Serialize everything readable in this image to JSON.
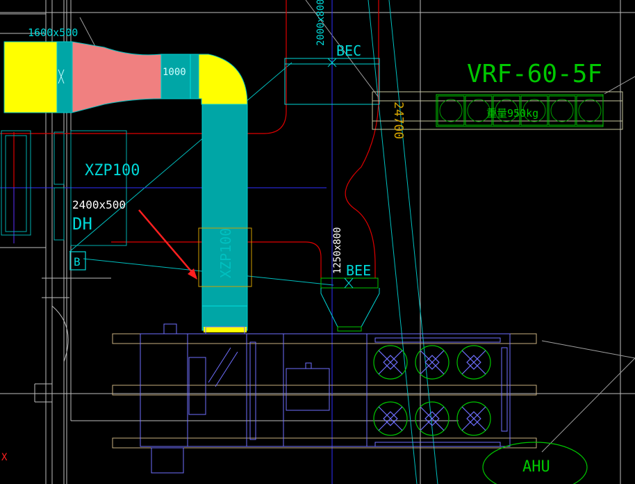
{
  "labels": {
    "duct_size_top_left": "1600x500",
    "duct_size_horizontal": "1000",
    "duct_size_top_vertical": "2000x800",
    "tag_bec": "BEC",
    "unit_vrf": "VRF-60-5F",
    "unit_vrf_weight": "重量950kg",
    "dimension_vertical": "24700",
    "equipment_xzp_left": "XZP100",
    "duct_size_mid_left": "2400x500",
    "tag_dh": "DH",
    "tag_b": "B",
    "equipment_xzp_vertical": "XZP100",
    "duct_size_branch": "1250x800",
    "tag_bee": "BEE",
    "unit_ahu": "AHU",
    "edge_mark": "X"
  },
  "colors": {
    "background": "#000000",
    "duct_yellow": "#ffff00",
    "duct_cyan": "#00a6a6",
    "duct_pink": "#f08080",
    "cad_cyan": "#00d8d8",
    "cad_green": "#00c800",
    "cad_red": "#e00000",
    "cad_blue": "#3030ff",
    "ahu_purple": "#7070ff",
    "arrow_red": "#ff2020"
  }
}
